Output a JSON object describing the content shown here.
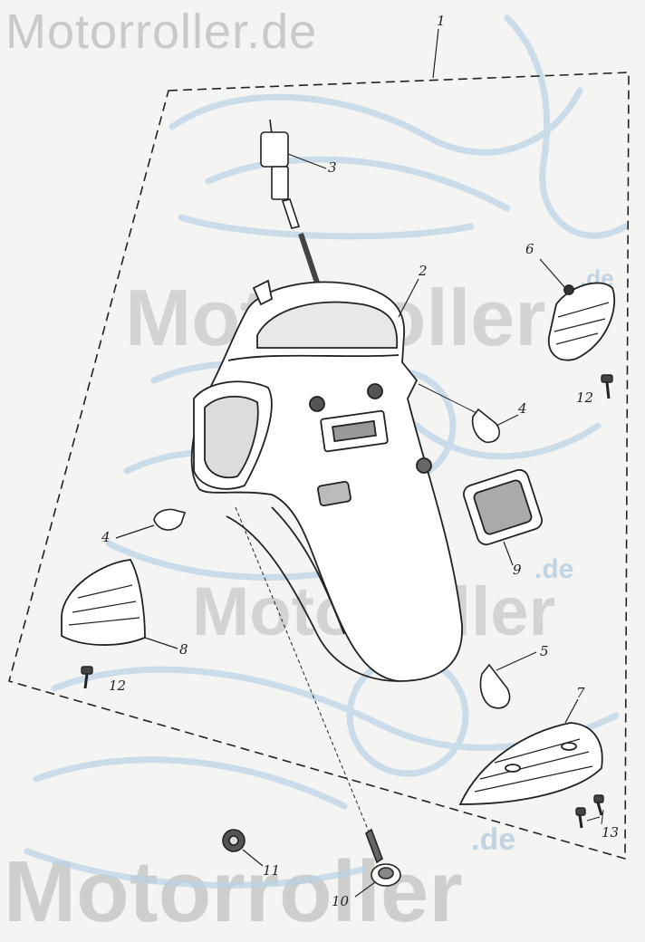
{
  "watermark": {
    "brand": "Motorroller.de",
    "brand_mid": "Motorroller",
    "domain_suffix": ".de"
  },
  "callouts": {
    "c1": "1",
    "c2": "2",
    "c3": "3",
    "c4a": "4",
    "c4b": "4",
    "c5": "5",
    "c6": "6",
    "c7": "7",
    "c8": "8",
    "c9": "9",
    "c10": "10",
    "c11": "11",
    "c12a": "12",
    "c12b": "12",
    "c13": "13"
  }
}
